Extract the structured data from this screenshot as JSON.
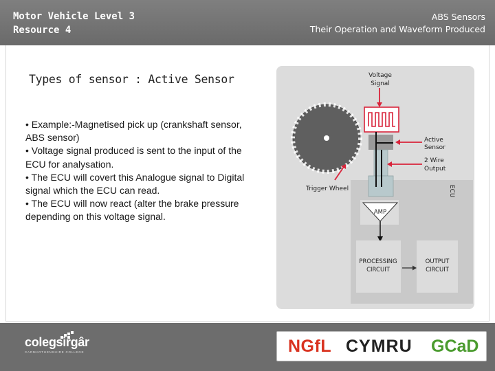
{
  "header": {
    "left_line1": "Motor Vehicle Level 3",
    "left_line2": "Resource 4",
    "right_line1": "ABS Sensors",
    "right_line2": "Their Operation and Waveform Produced"
  },
  "content": {
    "heading": "Types of sensor : Active Sensor",
    "bullets": [
      "• Example:-Magnetised pick up (crankshaft sensor, ABS sensor)",
      "• Voltage signal produced is sent to the input of the ECU for analysation.",
      "• The ECU will covert this Analogue signal to Digital signal which the ECU can read.",
      "• The ECU will now react (alter the brake pressure depending on this voltage signal."
    ]
  },
  "diagram": {
    "voltage_signal_1": "Voltage",
    "voltage_signal_2": "Signal",
    "active_sensor_1": "Active",
    "active_sensor_2": "Sensor",
    "two_wire_1": "2 Wire",
    "two_wire_2": "Output",
    "trigger_wheel": "Trigger Wheel",
    "ecu": "ECU",
    "amp": "AMP",
    "processing_1": "PROCESSING",
    "processing_2": "CIRCUIT",
    "output_1": "OUTPUT",
    "output_2": "CIRCUIT",
    "colors": {
      "arrow_red": "#d9233a",
      "panel_gray": "#dcdcdc",
      "ecu_gray": "#c9c9c9",
      "wheel_gray": "#5f5f5f"
    }
  },
  "footer": {
    "brand": "colegsirgâr",
    "brand_sub": "CARMARTHENSHIRE COLLEGE",
    "logo_ngfl": "NGfL",
    "logo_cymru": "CYMRU",
    "logo_gcad": "GCaD"
  }
}
